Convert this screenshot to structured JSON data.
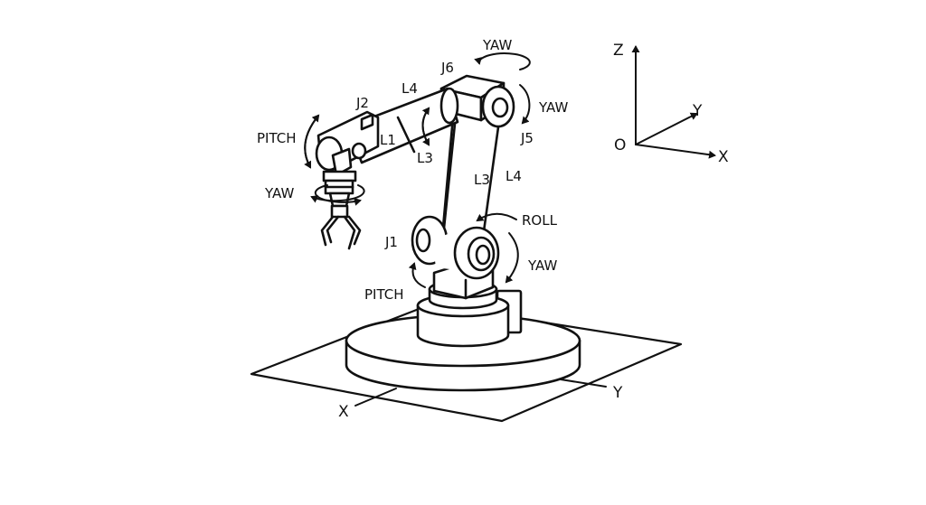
{
  "labels": {
    "yaw_top": "YAW",
    "j6": "J6",
    "l4_upper": "L4",
    "j2": "J2",
    "yaw_right": "YAW",
    "pitch_left": "PITCH",
    "l1": "L1",
    "l3_upper": "L3",
    "j5": "J5",
    "yaw_gripper": "YAW",
    "l3_arm": "L3",
    "l4_arm": "L4",
    "roll": "ROLL",
    "j1": "J1",
    "yaw_base": "YAW",
    "pitch_base": "PITCH",
    "ground_x": "X",
    "ground_y": "Y"
  },
  "axes": {
    "z": "Z",
    "y": "Y",
    "o": "O",
    "x": "X"
  },
  "colors": {
    "stroke": "#111111",
    "background": "#ffffff"
  }
}
